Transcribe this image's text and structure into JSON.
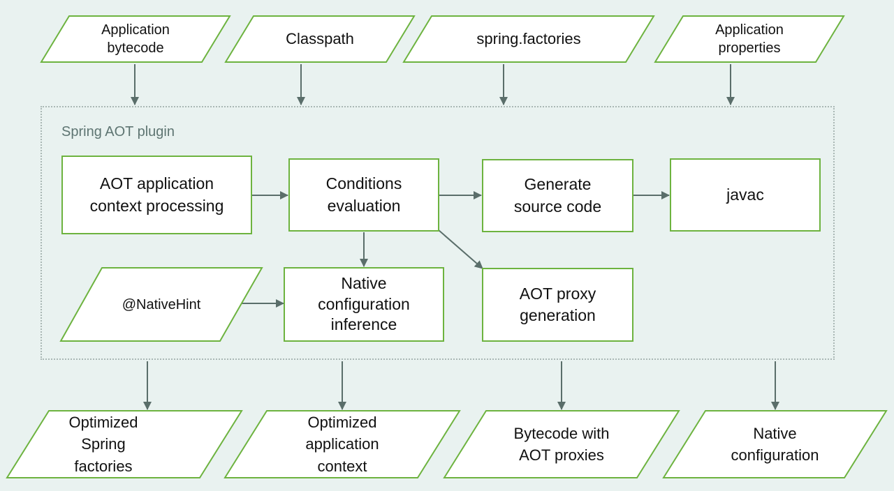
{
  "diagram": {
    "plugin_title": "Spring AOT plugin",
    "inputs": {
      "app_bytecode": "Application\nbytecode",
      "classpath": "Classpath",
      "spring_factories": "spring.factories",
      "app_properties": "Application\nproperties"
    },
    "steps": {
      "aot_context": "AOT application\ncontext processing",
      "conditions": "Conditions\nevaluation",
      "generate_source": "Generate\nsource code",
      "javac": "javac",
      "native_hint": "@NativeHint",
      "native_config_inference": "Native\nconfiguration\ninference",
      "aot_proxy": "AOT proxy\ngeneration"
    },
    "outputs": {
      "optimized_factories": "Optimized\nSpring\nfactories",
      "optimized_context": "Optimized\napplication\ncontext",
      "bytecode_proxies": "Bytecode with\nAOT proxies",
      "native_configuration": "Native\nconfiguration"
    },
    "colors": {
      "background": "#e9f2f0",
      "shape_border": "#6db33f",
      "arrow": "#5a6e6a",
      "frame": "#a9b7b4"
    }
  }
}
